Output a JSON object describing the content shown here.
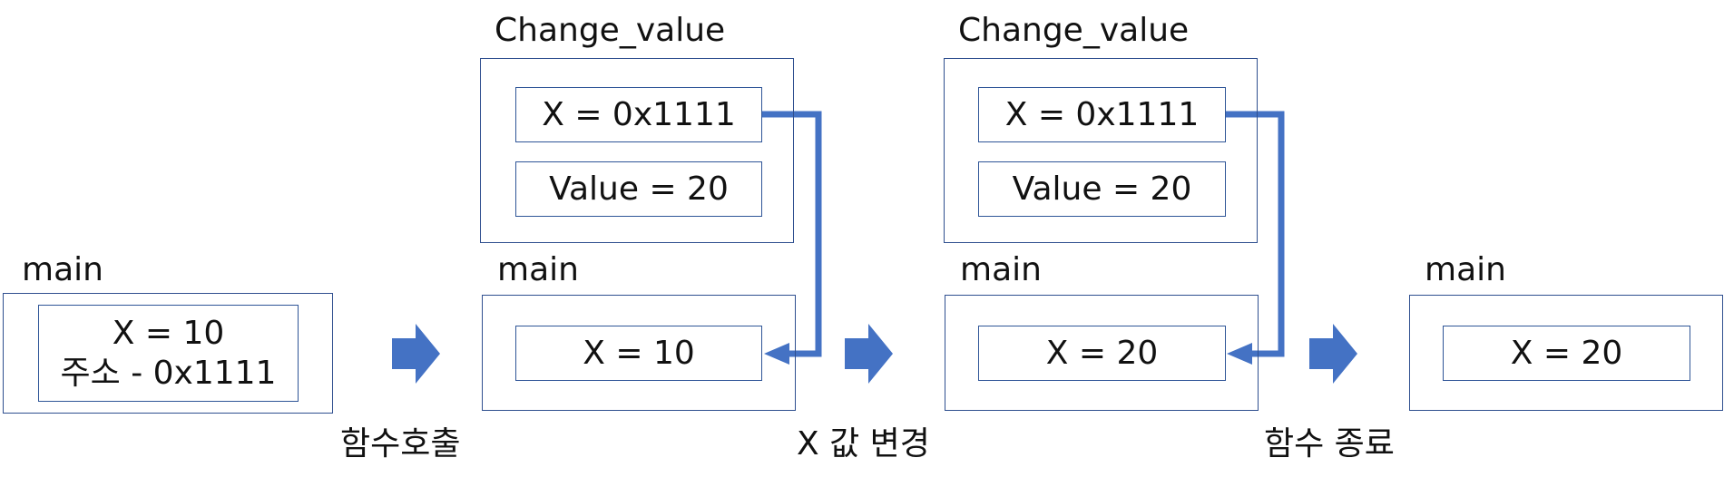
{
  "colors": {
    "frame": "#2F4F8F",
    "cell": "#2F5597",
    "arrow": "#4472C4",
    "text": "#111111"
  },
  "stages": [
    {
      "main_title": "main",
      "main_lines": [
        "X = 10",
        "주소 - 0x1111"
      ]
    },
    {
      "func_title": "Change_value",
      "func_cells": [
        "X = 0x1111",
        "Value = 20"
      ],
      "main_title": "main",
      "main_lines": [
        "X = 10"
      ]
    },
    {
      "func_title": "Change_value",
      "func_cells": [
        "X = 0x1111",
        "Value = 20"
      ],
      "main_title": "main",
      "main_lines": [
        "X = 20"
      ]
    },
    {
      "main_title": "main",
      "main_lines": [
        "X = 20"
      ]
    }
  ],
  "transitions": [
    {
      "icon": "right-block-arrow-icon",
      "caption": "함수호출"
    },
    {
      "icon": "right-block-arrow-icon",
      "caption": "X 값 변경"
    },
    {
      "icon": "right-block-arrow-icon",
      "caption": "함수 종료"
    }
  ]
}
